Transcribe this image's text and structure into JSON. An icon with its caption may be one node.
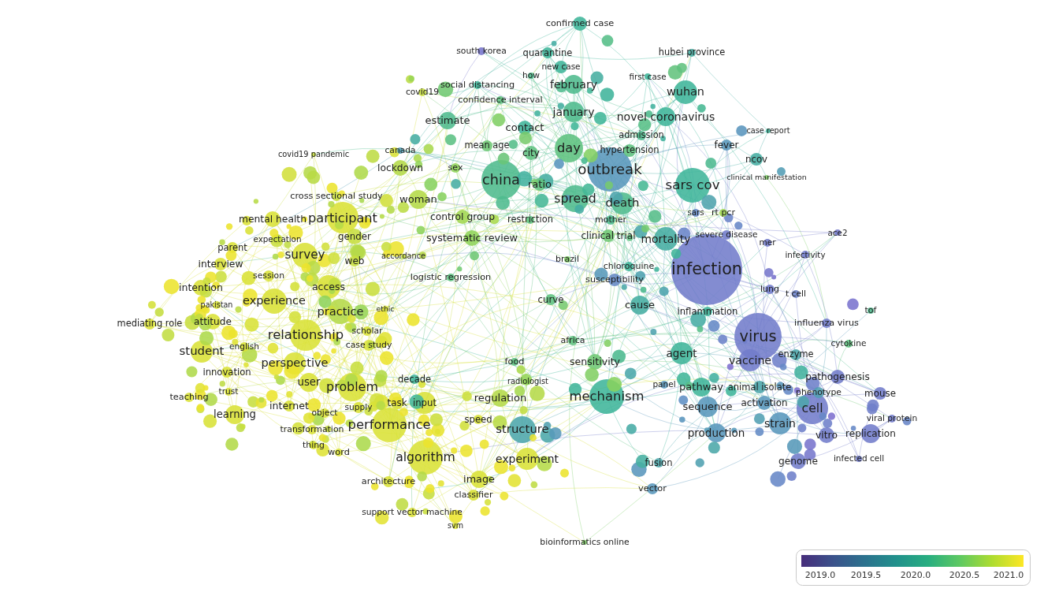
{
  "diagram": {
    "labels": [
      "confirmed case",
      "south korea",
      "quarantine",
      "hubei province",
      "new case",
      "how",
      "first case",
      "february",
      "social distancing",
      "covid19",
      "wuhan",
      "confidence interval",
      "january",
      "novel coronavirus",
      "estimate",
      "contact",
      "case report",
      "admission",
      "fever",
      "mean age",
      "day",
      "hypertension",
      "canada",
      "city",
      "covid19 pandemic",
      "ncov",
      "lockdown",
      "sex",
      "outbreak",
      "clinical manifestation",
      "china",
      "ratio",
      "sars cov",
      "cross sectional study",
      "spread",
      "woman",
      "death",
      "sars",
      "rt pcr",
      "participant",
      "mental health",
      "control group",
      "restriction",
      "mother",
      "ace2",
      "severe disease",
      "clinical trial",
      "gender",
      "systematic review",
      "expectation",
      "mortality",
      "mer",
      "parent",
      "infectivity",
      "survey",
      "accordance",
      "brazil",
      "web",
      "interview",
      "chloroquine",
      "infection",
      "session",
      "logistic regression",
      "susceptibility",
      "access",
      "intention",
      "lung",
      "t cell",
      "curve",
      "experience",
      "pakistan",
      "cause",
      "ethic",
      "tof",
      "practice",
      "inflammation",
      "attitude",
      "influenza virus",
      "mediating role",
      "scholar",
      "relationship",
      "virus",
      "africa",
      "cytokine",
      "case study",
      "english",
      "student",
      "agent",
      "enzyme",
      "vaccine",
      "food",
      "sensitivity",
      "perspective",
      "innovation",
      "pathogenesis",
      "decade",
      "radiologist",
      "user",
      "panel",
      "pathway",
      "animal isolate",
      "problem",
      "trust",
      "phenotype",
      "mouse",
      "mechanism",
      "teaching",
      "regulation",
      "task",
      "input",
      "activation",
      "internet",
      "sequence",
      "supply",
      "cell",
      "object",
      "learning",
      "viral protein",
      "speed",
      "strain",
      "performance",
      "structure",
      "transformation",
      "production",
      "replication",
      "vitro",
      "thing",
      "word",
      "algorithm",
      "experiment",
      "infected cell",
      "genome",
      "fusion",
      "architecture",
      "image",
      "vector",
      "classifier",
      "support vector machine",
      "svm",
      "bioinformatics online",
      "2019.0",
      "2019.5",
      "2020.0",
      "2020.5",
      "2021.0"
    ]
  }
}
